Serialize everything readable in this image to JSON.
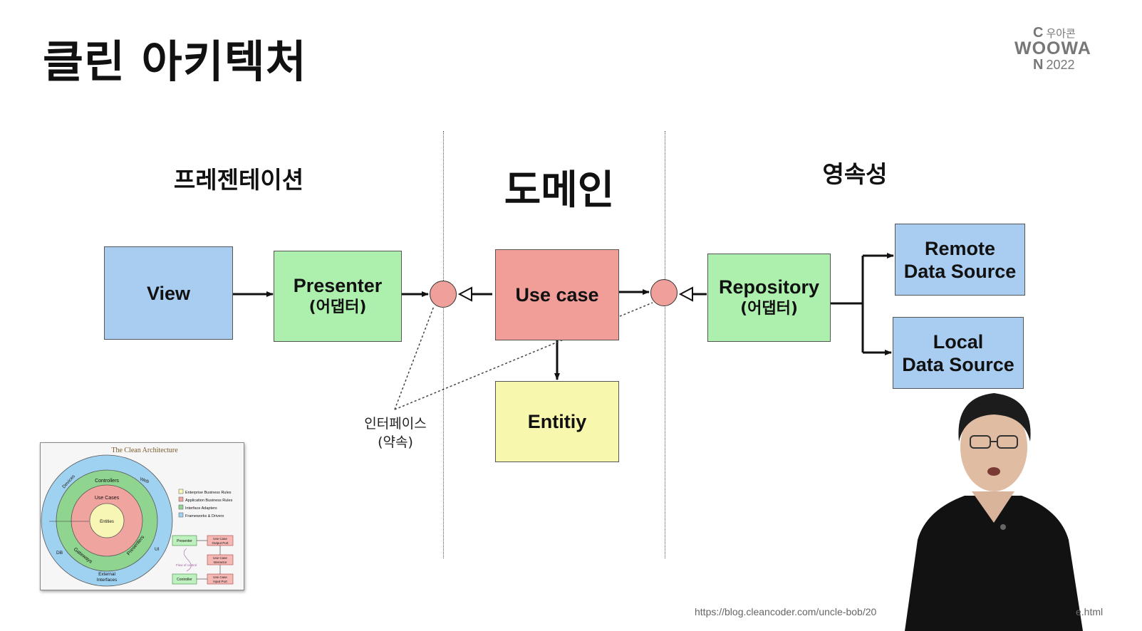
{
  "slide_title": "클린 아키텍처",
  "logo": {
    "line1_big": "C",
    "line1_small": "우아콘",
    "line2": "WOOWA",
    "line3_big": "N",
    "line3_small": "2022"
  },
  "sections": {
    "presentation": "프레젠테이션",
    "domain": "도메인",
    "persistence": "영속성"
  },
  "boxes": {
    "view": "View",
    "presenter": "Presenter",
    "presenter_sub": "(어댑터)",
    "usecase": "Use case",
    "entity": "Entitiy",
    "repository": "Repository",
    "repository_sub": "(어댑터)",
    "remote_line1": "Remote",
    "remote_line2": "Data Source",
    "local_line1": "Local",
    "local_line2": "Data Source"
  },
  "interface_label": {
    "line1": "인터페이스",
    "line2": "(약속)"
  },
  "thumbnail": {
    "title": "The Clean Architecture",
    "ring_labels": {
      "devices": "Devices",
      "web": "Web",
      "controllers": "Controllers",
      "usecases": "Use Cases",
      "entities": "Entities",
      "gateways": "Gateways",
      "presenters": "Presenters",
      "ui": "UI",
      "db": "DB",
      "external_line1": "External",
      "external_line2": "Interfaces"
    },
    "legend": [
      "Enterprise Business Rules",
      "Application Business Rules",
      "Interface Adapters",
      "Frameworks & Drivers"
    ],
    "flow": {
      "presenter": "Presenter",
      "output_port_1": "Use Case",
      "output_port_2": "Output Port",
      "interactor_1": "Use Case",
      "interactor_2": "Interactor",
      "controller": "Controller",
      "input_port_1": "Use Case",
      "input_port_2": "Input Port",
      "flow_of_control": "Flow of control"
    }
  },
  "source_url": "https://blog.cleancoder.com/uncle-bob/20",
  "source_url_end": "e.html",
  "colors": {
    "blue": "#a9cdf1",
    "green": "#adf0ae",
    "red": "#f19e99",
    "yellow": "#f7f7ae"
  }
}
